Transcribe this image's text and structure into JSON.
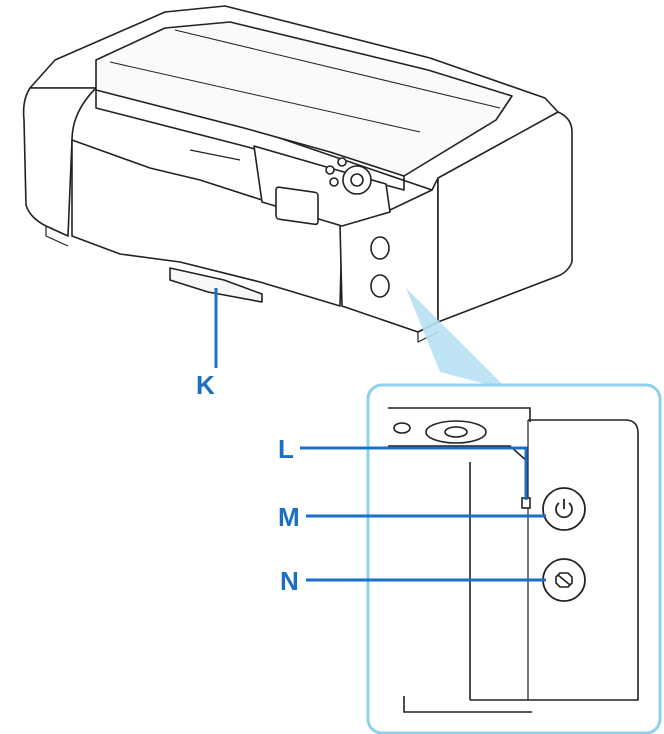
{
  "callouts": {
    "k": {
      "letter": "K",
      "part": "paper-output-tray"
    },
    "l": {
      "letter": "L",
      "part": "power-lamp"
    },
    "m": {
      "letter": "M",
      "part": "power-button"
    },
    "n": {
      "letter": "N",
      "part": "stop-button"
    }
  },
  "colors": {
    "callout": "#1a6fc2",
    "zoom_frame": "#8fd0ee",
    "zoom_beam": "#b6e0f4",
    "line_art": "#222222"
  },
  "icons": {
    "power": "power-icon",
    "stop": "stop-icon"
  }
}
